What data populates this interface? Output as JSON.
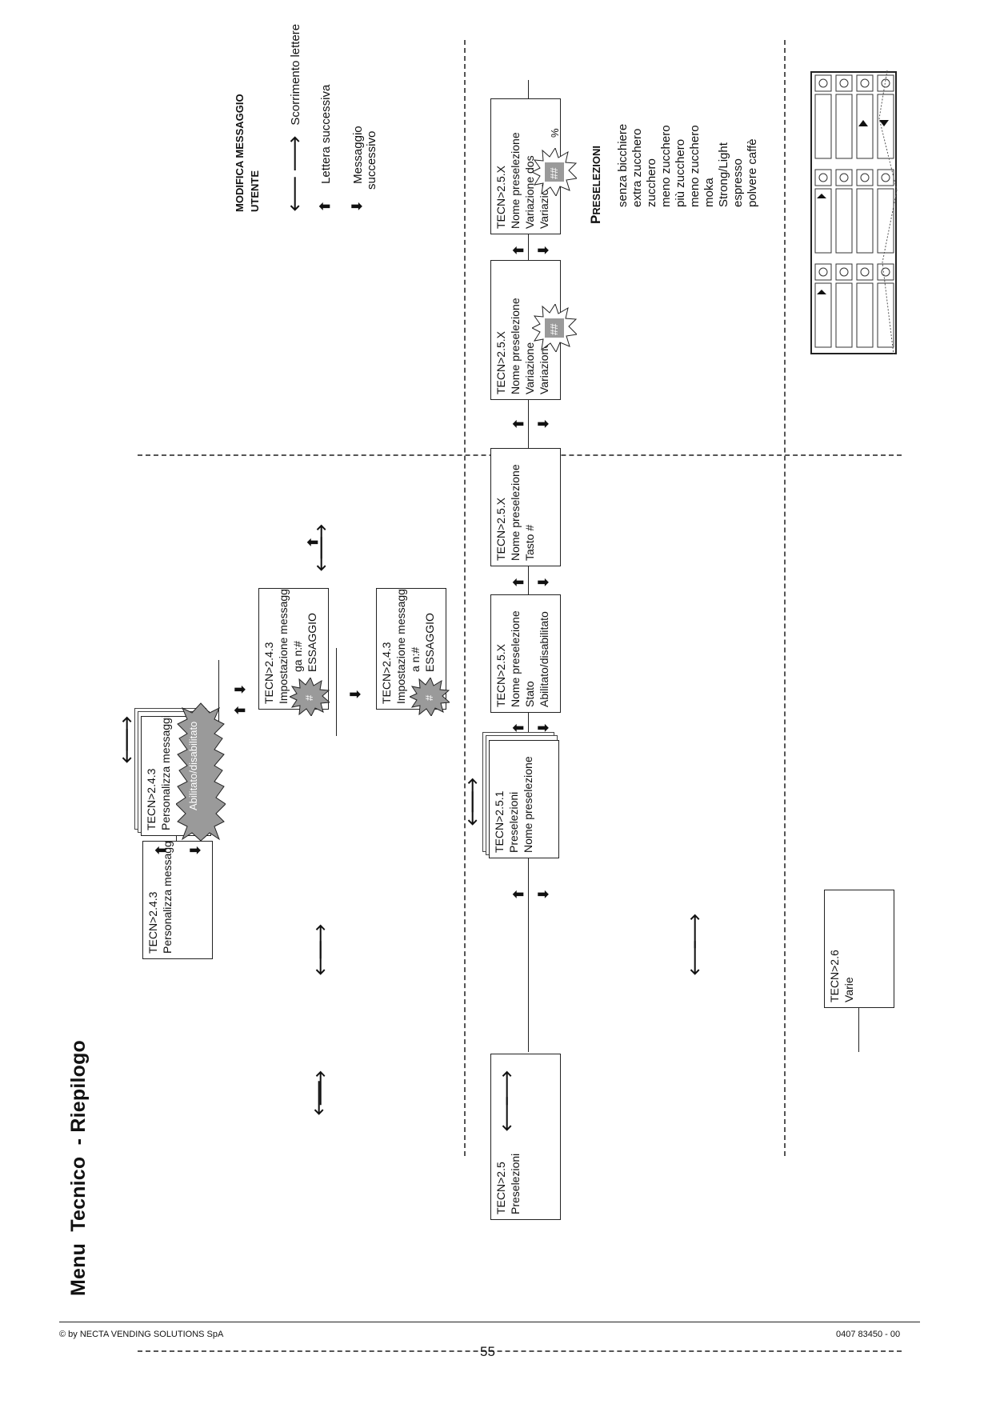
{
  "page": {
    "title": "Menu  Tecnico  - Riepilogo",
    "footer_left": "© by NECTA VENDING SOLUTIONS SpA",
    "footer_right": "0407 83450 - 00",
    "page_number": "55"
  },
  "boxes": {
    "b243a": {
      "lines": [
        "TECN>2.4.3",
        "Personalizza messaggi"
      ]
    },
    "b243b": {
      "lines": [
        "TECN>2.4.3",
        "Personalizza messaggi"
      ],
      "burst": "Abilitato/disabilitato"
    },
    "b243c": {
      "lines": [
        "TECN>2.4.3",
        "Impostazione messaggio",
        "ga n:#",
        "ESSAGGIO"
      ],
      "burst": "#"
    },
    "b243d": {
      "lines": [
        "TECN>2.4.3",
        "Impostazione messaggio",
        "a n:#",
        "ESSAGGIO"
      ],
      "burst": "#"
    },
    "b25": {
      "lines": [
        "TECN>2.5",
        "Preselezioni"
      ]
    },
    "b251": {
      "lines": [
        "TECN>2.5.1",
        "Preselezioni",
        "",
        "Nome preselezione"
      ]
    },
    "b25x1": {
      "lines": [
        "TECN>2.5.X",
        "Nome preselezione",
        "Stato",
        "Abilitato/disabilitato"
      ]
    },
    "b25x2": {
      "lines": [
        "TECN>2.5.X",
        "Nome preselezione",
        "Tasto  #"
      ]
    },
    "b25x3": {
      "lines": [
        "TECN>2.5.X",
        "Nome preselezione",
        "Variazione",
        "Variazione"
      ],
      "burst": "##"
    },
    "b25x4": {
      "lines": [
        "TECN>2.5.X",
        "Nome preselezione",
        "Variazione dos",
        "Variazione"
      ],
      "burst": "##",
      "burst_extra": "%"
    },
    "b26": {
      "lines": [
        "TECN>2.6",
        "Varie"
      ]
    }
  },
  "legend": {
    "heading": [
      "MODIFICA MESSAGGIO",
      "UTENTE"
    ],
    "items": [
      {
        "icon": "arrow-pair-icon",
        "glyph": "🡐 🡒",
        "text": "Scorrimento lettere"
      },
      {
        "icon": "arrow-up-icon",
        "glyph": "⬆",
        "text": "Lettera successiva"
      },
      {
        "icon": "arrow-down-icon",
        "glyph": "⬇",
        "text": "Messaggio"
      },
      {
        "icon": "",
        "glyph": "",
        "text": "successivo"
      }
    ]
  },
  "preselezioni": {
    "heading_first": "P",
    "heading_rest": "RESELEZIONI",
    "items": [
      "senza bicchiere",
      "extra zucchero",
      "zucchero",
      "meno zucchero",
      "più zucchero",
      "meno zucchero",
      "moka",
      "Strong/Light",
      "espresso",
      "polvere caffè"
    ]
  },
  "arrows": {
    "left": "🡐",
    "right": "🡒",
    "up": "⬆",
    "down": "⬇"
  },
  "colors": {
    "line": "#222222",
    "dash": "#555555",
    "burst_fill": "#9a9a9a"
  }
}
